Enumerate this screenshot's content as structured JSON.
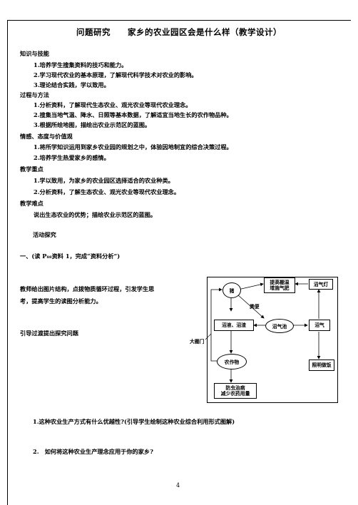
{
  "title": "问题研究　　家乡的农业园区会是什么样（教学设计）",
  "sections": {
    "knowledge_heading": "知识与技能",
    "knowledge_items": [
      "1.培养学生搜集资料的技巧和能力。",
      "2.学习现代农业的基本原理，了解现代科学技术对农业的影响。",
      "3.理论结合实践，学以致用。"
    ],
    "process_heading": "过程与方法",
    "process_items": [
      "1.分析资料，了解现代生态农业、观光农业等现代农业理念。",
      "2.搜集当地气温、降水、日照等基本数据，了解适宜当地生长的农作物品种。",
      "3.根据所绘地图，描绘出农业示范区的蓝图。"
    ],
    "attitude_heading": "情感、态度与价值观",
    "attitude_items": [
      "1.将所学知识运用到家乡农业园的规划之中，体验因地制宜的综合决策过程。",
      "2.培养学生热爱家乡的感情。"
    ],
    "key_heading": "教学重点",
    "key_items": [
      "1.学以致用，为家乡的农业园区选择适合的农业种类。",
      "2.分析资料，了解生态农业、观光农业等现代农业理念。"
    ],
    "difficulty_heading": "教学难点",
    "difficulty_text": "说出生态农业的优势；描绘农业示范区的蓝图。",
    "activity_label": "活动探究",
    "step_one": "一、(读 P₈₈资料 1，完成“资料分析”)",
    "teacher_para_1": "教师给出图片结构，点拨物质循环过程，引发学生思",
    "teacher_para_2": "考，提高学生的读图分析能力。",
    "guide_text": "引导过渡提出探究问题",
    "question_1": "1.这种农业生产方式有什么优越性?(引导学生绘制这种农业综合利用形式图解)",
    "question_2": "2.　如何将这种农业生产理念应用于你的家乡?"
  },
  "diagram": {
    "pig": "猪",
    "fertilizer": "提高棚温\n增施气肥",
    "biogas_lamp": "沼气灯",
    "manure": "粪便",
    "slurry": "沼液、沼渣",
    "biogas_pit": "沼气池",
    "biogas": "沼气",
    "greenhouse_door": "大棚门",
    "crops": "农作物",
    "lighting_cooking": "照明做饭",
    "pest_control": "防虫治病\n减少农药用量"
  },
  "page_number": "4"
}
